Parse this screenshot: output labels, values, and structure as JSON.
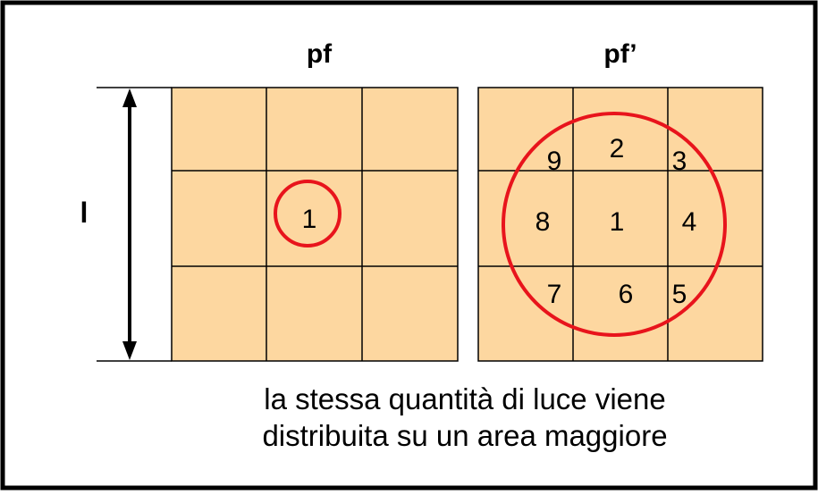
{
  "titles": {
    "left": "pf",
    "right": "pf’"
  },
  "dimension_label": "l",
  "grid_labels": {
    "left_center": "1",
    "right": [
      "9",
      "2",
      "3",
      "8",
      "1",
      "4",
      "7",
      "6",
      "5"
    ]
  },
  "caption": {
    "line1": "la stessa quantità di luce viene",
    "line2": "distribuita su un area maggiore"
  },
  "colors": {
    "cell_fill": "#FDD7A0",
    "circle": "#E8141C",
    "line": "#000000"
  }
}
